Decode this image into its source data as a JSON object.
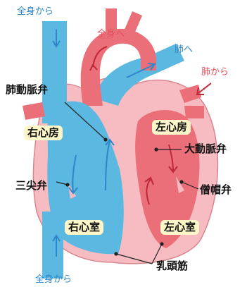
{
  "diagram": {
    "flows": {
      "from_body_top": "全身から",
      "to_body": "全身へ",
      "to_lungs": "肺へ",
      "from_lungs": "肺から",
      "from_body_bottom": "全身から"
    },
    "parts": {
      "pulmonary_valve": "肺動脈弁",
      "aortic_valve": "大動脈弁",
      "tricuspid_valve": "三尖弁",
      "mitral_valve": "僧帽弁",
      "papillary_muscle": "乳頭筋"
    },
    "chambers": {
      "right_atrium": "右心房",
      "left_atrium": "左心房",
      "right_ventricle": "右心室",
      "left_ventricle": "左心室"
    },
    "colors": {
      "deoxygenated": "#5bb8e0",
      "oxygenated": "#ea6f78",
      "myocardium": "#f7bcc1",
      "label_bg": "#fdf6c8",
      "flow_text_blue": "#2e86c8",
      "flow_text_red": "#e2505e"
    }
  }
}
